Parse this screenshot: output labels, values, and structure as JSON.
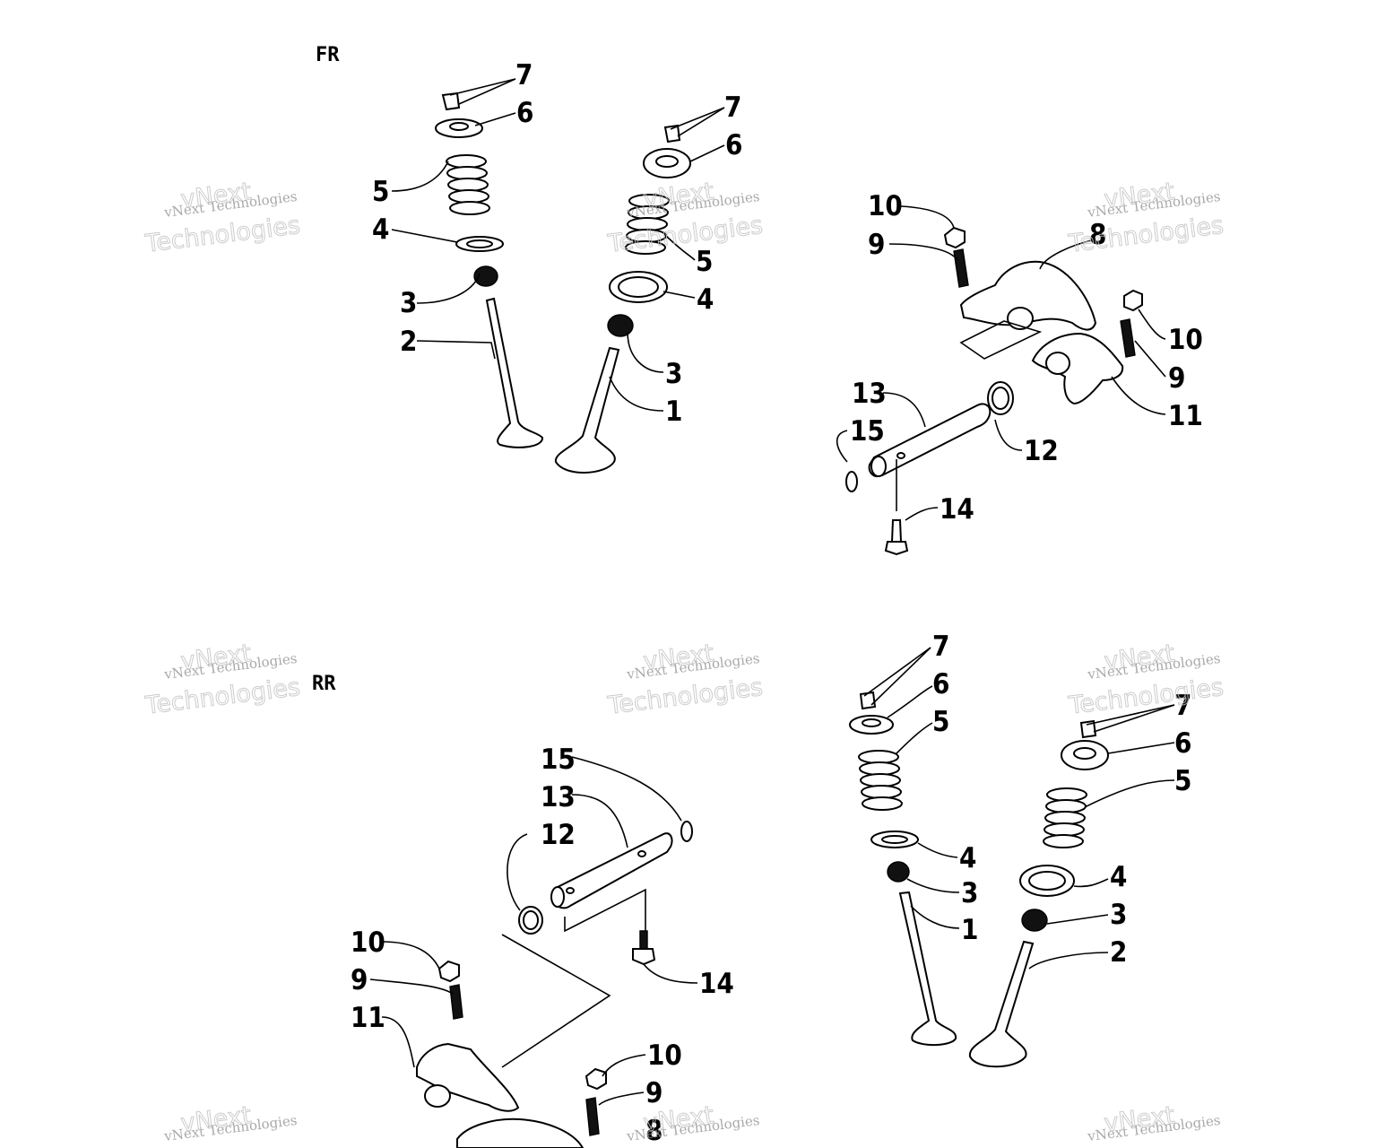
{
  "sections": {
    "front": "FR",
    "rear": "RR"
  },
  "watermark": {
    "line1": "vNext Technologies",
    "line2a": "vNext",
    "line2b": "Technologies"
  },
  "callouts": {
    "fr_left": [
      "7",
      "6",
      "5",
      "4",
      "3",
      "2"
    ],
    "fr_right": [
      "7",
      "6",
      "5",
      "4",
      "3",
      "1"
    ],
    "fr_rocker": [
      "10",
      "9",
      "8",
      "10",
      "9",
      "11",
      "13",
      "15",
      "12",
      "14"
    ],
    "rr_rocker": [
      "15",
      "13",
      "12",
      "10",
      "9",
      "11",
      "14",
      "10",
      "9",
      "8"
    ],
    "rr_valves_left": [
      "7",
      "6",
      "5",
      "4",
      "3",
      "1"
    ],
    "rr_valves_right": [
      "7",
      "6",
      "5",
      "4",
      "3",
      "2"
    ]
  }
}
